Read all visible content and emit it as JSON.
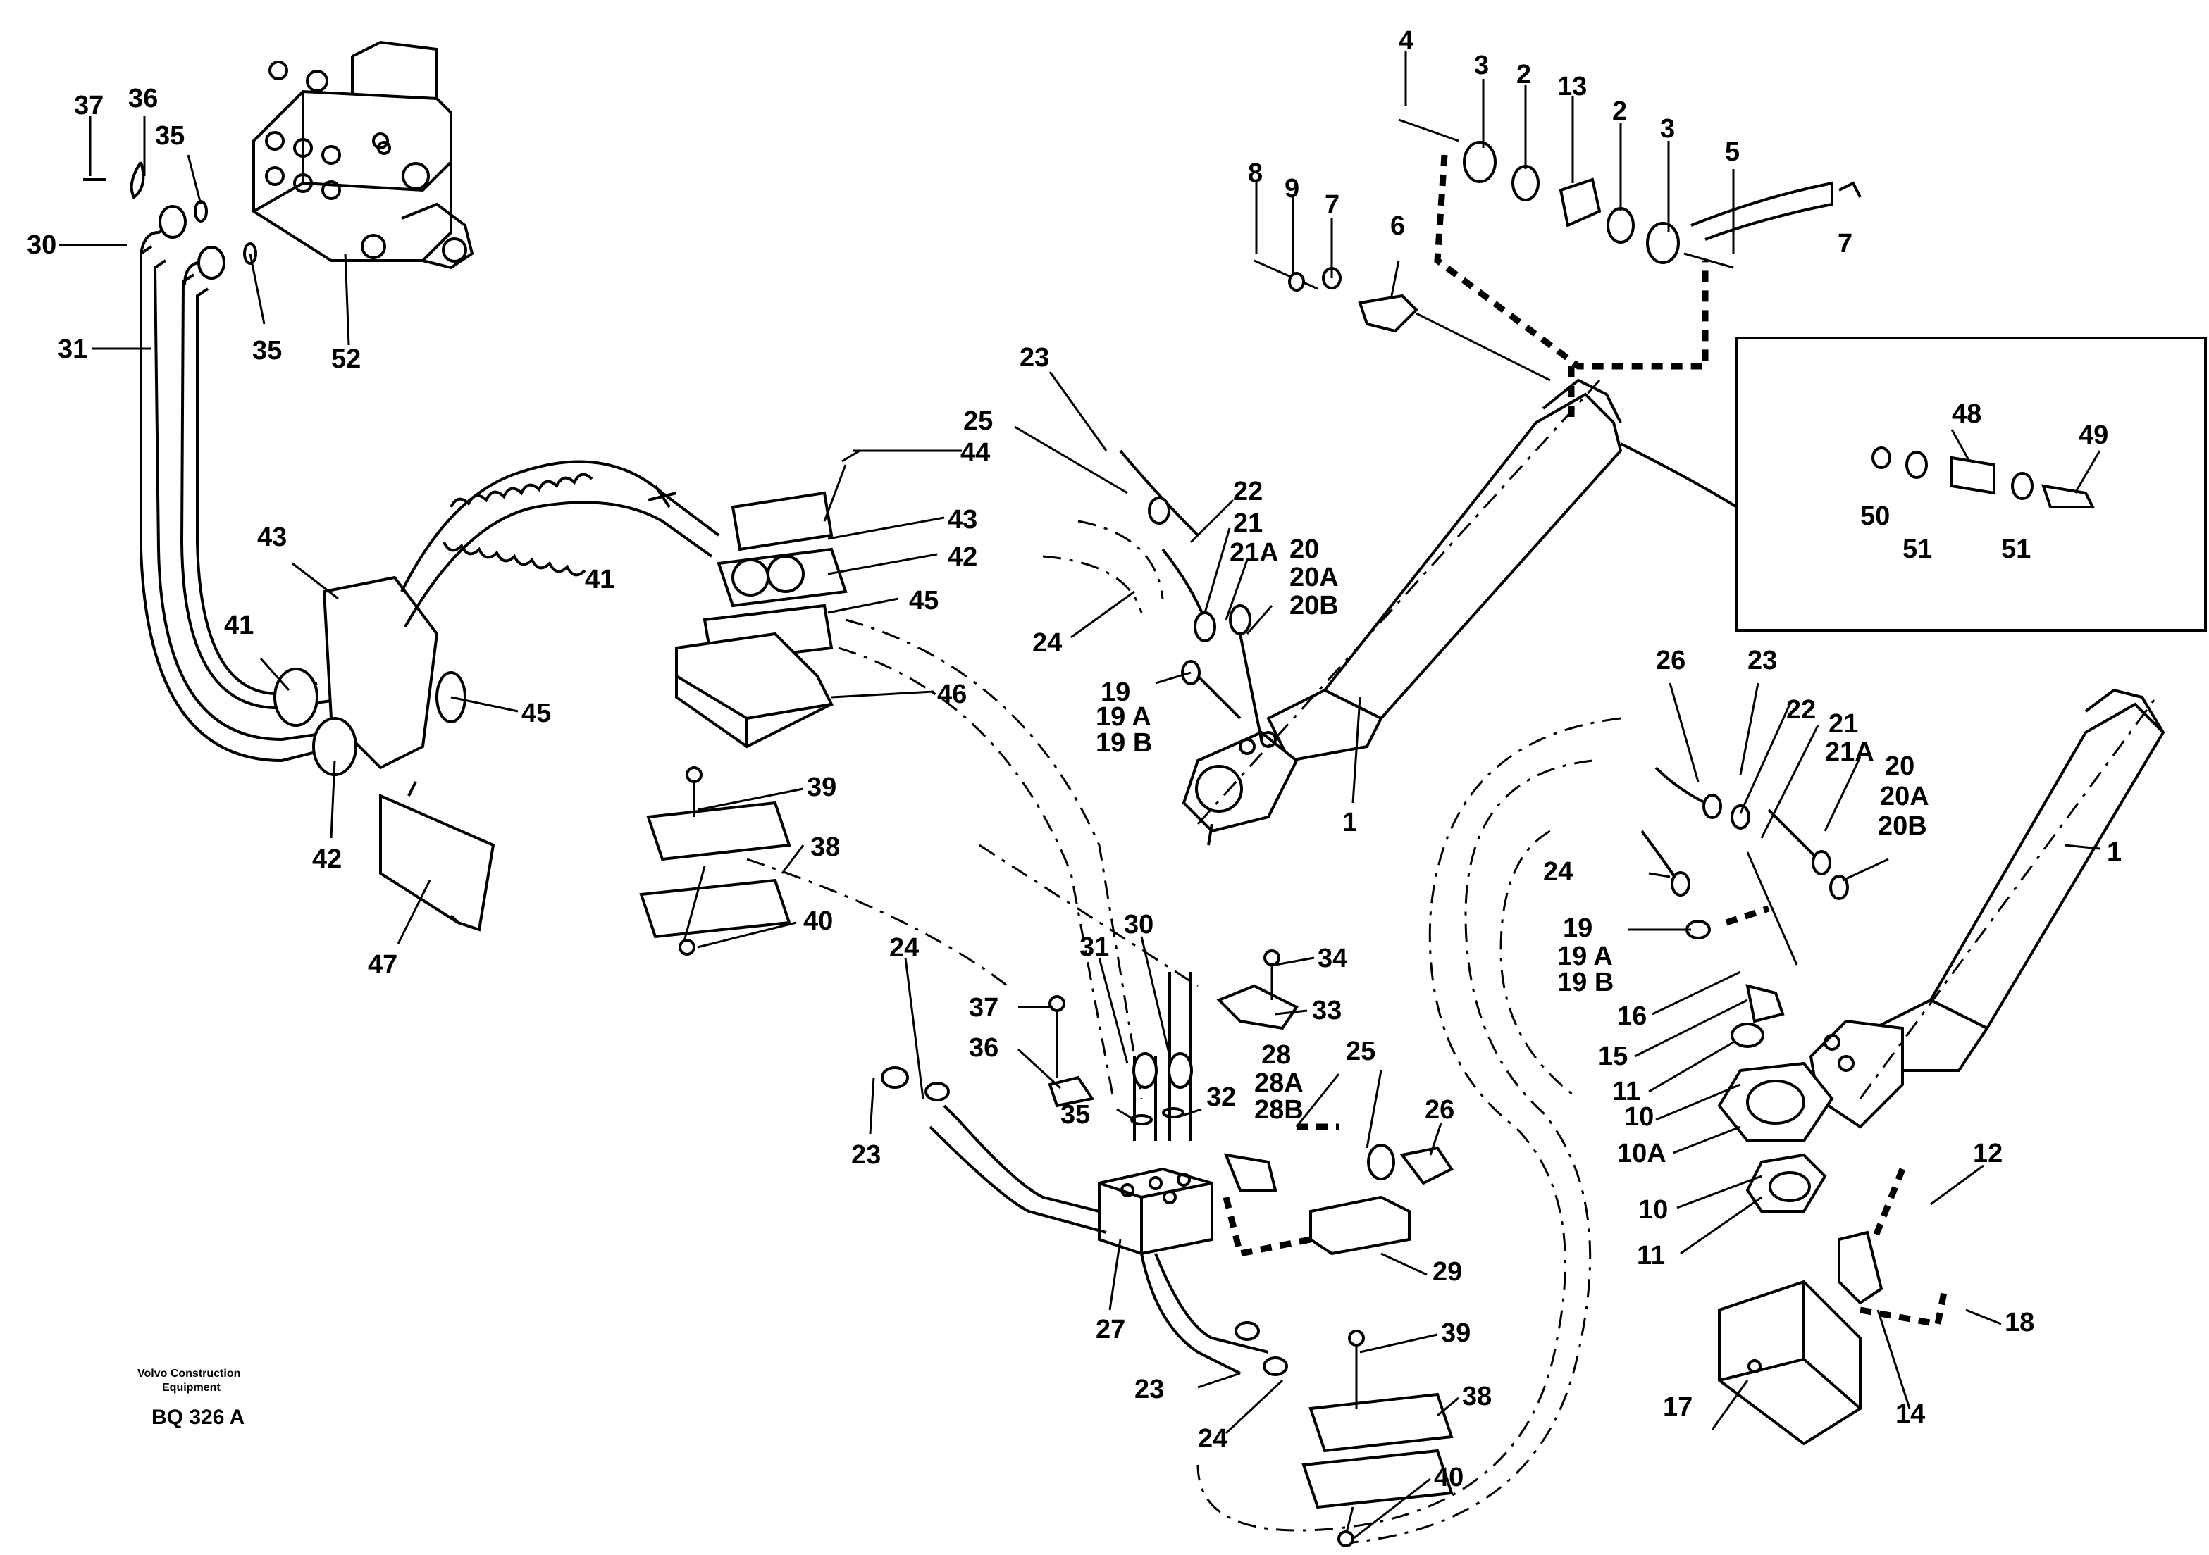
{
  "labels": [
    {
      "id": "l4",
      "text": "4"
    },
    {
      "id": "l3a",
      "text": "3"
    },
    {
      "id": "l2a",
      "text": "2"
    },
    {
      "id": "l13",
      "text": "13"
    },
    {
      "id": "l2b",
      "text": "2"
    },
    {
      "id": "l3b",
      "text": "3"
    },
    {
      "id": "l5",
      "text": "5"
    },
    {
      "id": "l7a",
      "text": "7"
    },
    {
      "id": "l8",
      "text": "8"
    },
    {
      "id": "l9",
      "text": "9"
    },
    {
      "id": "l7b",
      "text": "7"
    },
    {
      "id": "l6",
      "text": "6"
    },
    {
      "id": "l37a",
      "text": "37"
    },
    {
      "id": "l36a",
      "text": "36"
    },
    {
      "id": "l35a",
      "text": "35"
    },
    {
      "id": "l30a",
      "text": "30"
    },
    {
      "id": "l31a",
      "text": "31"
    },
    {
      "id": "l35b",
      "text": "35"
    },
    {
      "id": "l52",
      "text": "52"
    },
    {
      "id": "l23a",
      "text": "23"
    },
    {
      "id": "l25a",
      "text": "25"
    },
    {
      "id": "l44",
      "text": "44"
    },
    {
      "id": "l43a",
      "text": "43"
    },
    {
      "id": "l42a",
      "text": "42"
    },
    {
      "id": "l41a",
      "text": "41"
    },
    {
      "id": "l45a",
      "text": "45"
    },
    {
      "id": "l46",
      "text": "46"
    },
    {
      "id": "l22a",
      "text": "22"
    },
    {
      "id": "l21a",
      "text": "21"
    },
    {
      "id": "l21Aa",
      "text": "21A"
    },
    {
      "id": "l20a",
      "text": "20"
    },
    {
      "id": "l20Aa",
      "text": "20A"
    },
    {
      "id": "l20Ba",
      "text": "20B"
    },
    {
      "id": "l24a",
      "text": "24"
    },
    {
      "id": "l19a",
      "text": "19"
    },
    {
      "id": "l19Aa",
      "text": "19 A"
    },
    {
      "id": "l19Ba",
      "text": "19 B"
    },
    {
      "id": "l1a",
      "text": "1"
    },
    {
      "id": "l43b",
      "text": "43"
    },
    {
      "id": "l41b",
      "text": "41"
    },
    {
      "id": "l45b",
      "text": "45"
    },
    {
      "id": "l42b",
      "text": "42"
    },
    {
      "id": "l47",
      "text": "47"
    },
    {
      "id": "l39a",
      "text": "39"
    },
    {
      "id": "l38a",
      "text": "38"
    },
    {
      "id": "l40a",
      "text": "40"
    },
    {
      "id": "l48",
      "text": "48"
    },
    {
      "id": "l49",
      "text": "49"
    },
    {
      "id": "l50",
      "text": "50"
    },
    {
      "id": "l51a",
      "text": "51"
    },
    {
      "id": "l51b",
      "text": "51"
    },
    {
      "id": "l26a",
      "text": "26"
    },
    {
      "id": "l23b",
      "text": "23"
    },
    {
      "id": "l22b",
      "text": "22"
    },
    {
      "id": "l21b",
      "text": "21"
    },
    {
      "id": "l21Ab",
      "text": "21A"
    },
    {
      "id": "l20b",
      "text": "20"
    },
    {
      "id": "l20Ab",
      "text": "20A"
    },
    {
      "id": "l20Bb",
      "text": "20B"
    },
    {
      "id": "l1b",
      "text": "1"
    },
    {
      "id": "l24b",
      "text": "24"
    },
    {
      "id": "l19b",
      "text": "19"
    },
    {
      "id": "l19Ab",
      "text": "19 A"
    },
    {
      "id": "l19Bb",
      "text": "19 B"
    },
    {
      "id": "l16",
      "text": "16"
    },
    {
      "id": "l15",
      "text": "15"
    },
    {
      "id": "l11a",
      "text": "11"
    },
    {
      "id": "l10a",
      "text": "10"
    },
    {
      "id": "l10A",
      "text": "10A"
    },
    {
      "id": "l10b",
      "text": "10"
    },
    {
      "id": "l11b",
      "text": "11"
    },
    {
      "id": "l12",
      "text": "12"
    },
    {
      "id": "l18",
      "text": "18"
    },
    {
      "id": "l14",
      "text": "14"
    },
    {
      "id": "l17",
      "text": "17"
    },
    {
      "id": "l24c",
      "text": "24"
    },
    {
      "id": "l31b",
      "text": "31"
    },
    {
      "id": "l30b",
      "text": "30"
    },
    {
      "id": "l34",
      "text": "34"
    },
    {
      "id": "l33",
      "text": "33"
    },
    {
      "id": "l37b",
      "text": "37"
    },
    {
      "id": "l36b",
      "text": "36"
    },
    {
      "id": "l28",
      "text": "28"
    },
    {
      "id": "l28A",
      "text": "28A"
    },
    {
      "id": "l28B",
      "text": "28B"
    },
    {
      "id": "l25b",
      "text": "25"
    },
    {
      "id": "l35c",
      "text": "35"
    },
    {
      "id": "l32",
      "text": "32"
    },
    {
      "id": "l26b",
      "text": "26"
    },
    {
      "id": "l23c",
      "text": "23"
    },
    {
      "id": "l29",
      "text": "29"
    },
    {
      "id": "l27",
      "text": "27"
    },
    {
      "id": "l39b",
      "text": "39"
    },
    {
      "id": "l38b",
      "text": "38"
    },
    {
      "id": "l23d",
      "text": "23"
    },
    {
      "id": "l24d",
      "text": "24"
    },
    {
      "id": "l40b",
      "text": "40"
    }
  ],
  "caption": {
    "maker_line1": "Volvo Construction",
    "maker_line2": "Equipment",
    "drawing_code": "BQ 326 A"
  }
}
